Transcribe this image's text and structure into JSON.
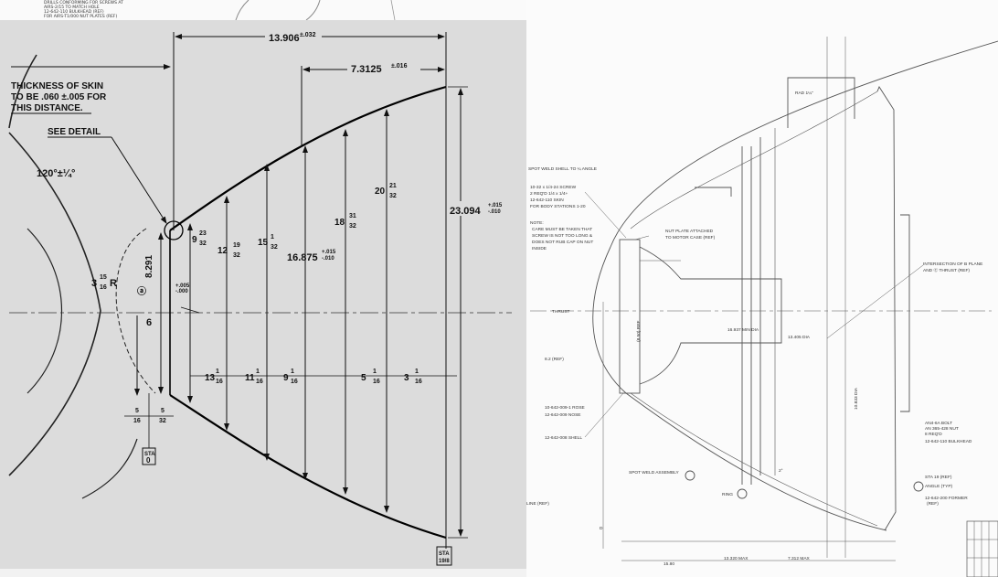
{
  "header_notes": {
    "line1": "DRILLS CONFORMING FOR SCREWS AT",
    "line2": "AIRS-2/15 TO MATCH HOLE",
    "line3": "12-642-110 BULKHEAD (REF)",
    "line4": "FOR AIRS-T1/000 NUT PLATES (REF)"
  },
  "left_drawing": {
    "overall_length": "13.906",
    "overall_length_tol": "±.032",
    "upper_length": "7.3125",
    "upper_length_tol": "±.016",
    "skin_note_line1": "THICKNESS OF SKIN",
    "skin_note_line2": "TO BE .060 ±.005 FOR",
    "skin_note_line3": "THIS DISTANCE.",
    "see_detail": "SEE DETAIL",
    "angle": "120°±¼°",
    "radius_whole": "3",
    "radius_num": "15",
    "radius_den": "16",
    "radius_suffix": "R",
    "circle_label": "ⓐ",
    "d1": "8.291",
    "d1_tol_plus": "+.005",
    "d1_tol_minus": "-.000",
    "d2_whole": "9",
    "d2_num": "23",
    "d2_den": "32",
    "d3_whole": "12",
    "d3_num": "19",
    "d3_den": "32",
    "d4_whole": "15",
    "d4_num": "1",
    "d4_den": "32",
    "d5": "16.875",
    "d5_tol_plus": "+.015",
    "d5_tol_minus": "-.010",
    "d6_whole": "18",
    "d6_num": "31",
    "d6_den": "32",
    "d7_whole": "20",
    "d7_num": "21",
    "d7_den": "32",
    "d8": "23.094",
    "d8_tol_plus": "+.015",
    "d8_tol_minus": "-.010",
    "dim_small": "6",
    "sp1_whole": "13",
    "sp1_num": "1",
    "sp1_den": "16",
    "sp2_whole": "11",
    "sp2_num": "1",
    "sp2_den": "16",
    "sp3_whole": "9",
    "sp3_num": "1",
    "sp3_den": "16",
    "sp4_whole": "5",
    "sp4_num": "1",
    "sp4_den": "16",
    "sp5_whole": "3",
    "sp5_num": "1",
    "sp5_den": "16",
    "frac_a_num": "5",
    "frac_a_den": "16",
    "frac_b_num": "5",
    "frac_b_den": "32",
    "sta_start_top": "STA",
    "sta_start_num": "0",
    "sta_end_top": "STA",
    "sta_end_num": "19/8"
  },
  "right_drawing": {
    "rad_label": "RAD 1¼\"",
    "spotweld_note": "SPOT WELD SHELL TO ¼ ANGLE",
    "screw_note1": "10-32 x 1/4-24 SCREW",
    "screw_note2": "2 REQ'D 1/4 x 1/4+",
    "screw_note3": "12-642-110 SKIN",
    "screw_note4": "FOR BODY STATIONS 1-20",
    "note_title": "NOTE:",
    "note1": "CARE MUST BE TAKEN THAT",
    "note2": "SCREW IS NOT TOO LONG &",
    "note3": "DOES NOT RUB CAP ON NUT",
    "note4": "INSIDE",
    "nut_plate1": "NUT PLATE ATTACHED",
    "nut_plate2": "TO MOTOR CASE (REF)",
    "thrust": "THRUST",
    "intersection1": "INTERSECTION OF B PLANE",
    "intersection2": "AND Ⓒ THRUST (REF)",
    "dim_center": "16.937 MIN DIA",
    "dim_r": "13.405 DIA",
    "dim_side": "(8.50) REF",
    "dim_ref1": "8.2 (REF)",
    "dim_vert": "10.833 DIA",
    "part1": "10-642-009-1 ROSE",
    "part2": "12-642-009 NOSE",
    "part3": "12-642-008 SHELL",
    "spot_assy": "SPOT WELD ASSEMBLY",
    "ring": "RING",
    "bulkhead_note": "12-642-110 BULKHEAD",
    "bolt_note1": "AN4-6A BOLT",
    "bolt_note2": "AN 365-428 NUT",
    "bolt_note3": "8 REQ'D",
    "sta_ref": "STA 19 (REF)",
    "angle_ref": "ANGLE (TYP)",
    "former_note1": "12-642-200 FORMER",
    "former_note2": "(REF)",
    "bottom_dim1": "15.80",
    "bottom_dim2": "13.320 MAX",
    "bottom_dim3": "7.312 MAX",
    "line_ref": "LINE (REF)",
    "s2": "2°",
    "circled_d": "D"
  },
  "colors": {
    "left_bg": "#dcdcdc",
    "left_ink": "#111111",
    "right_bg": "#fbfbfb",
    "right_ink": "#444444"
  }
}
